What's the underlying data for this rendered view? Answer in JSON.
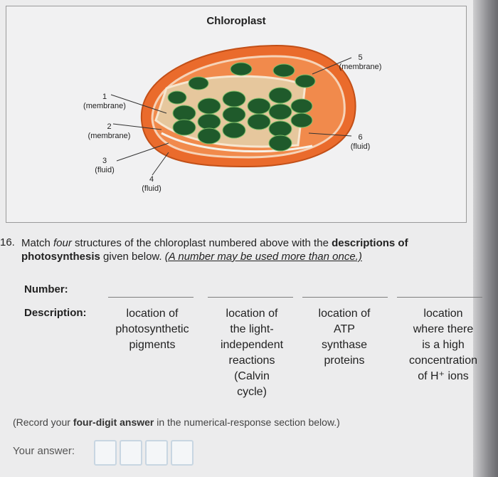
{
  "figure": {
    "title": "Chloroplast",
    "labels": [
      {
        "num": "1",
        "desc": "(membrane)"
      },
      {
        "num": "2",
        "desc": "(membrane)"
      },
      {
        "num": "3",
        "desc": "(fluid)"
      },
      {
        "num": "4",
        "desc": "(fluid)"
      },
      {
        "num": "5",
        "desc": "(membrane)"
      },
      {
        "num": "6",
        "desc": "(fluid)"
      }
    ]
  },
  "question": {
    "number": "16.",
    "text_1": "Match ",
    "emphasis": "four",
    "text_2": " structures of the chloroplast numbered above with the ",
    "bold_phrase": "descriptions of photosynthesis",
    "text_3": " given below. ",
    "note": "(A number may be used more than once.)"
  },
  "number_label": "Number:",
  "description_label": "Description:",
  "descriptions": [
    [
      "location of",
      "photosynthetic",
      "pigments"
    ],
    [
      "location of",
      "the light-",
      "independent",
      "reactions",
      "(Calvin",
      "cycle)"
    ],
    [
      "location of",
      "ATP",
      "synthase",
      "proteins"
    ],
    [
      "location",
      "where there",
      "is a high",
      "concentration",
      "of H⁺ ions"
    ]
  ],
  "record": {
    "prefix": "(Record your ",
    "bold": "four-digit answer",
    "suffix": " in the numerical-response section below.)"
  },
  "answer_label": "Your answer:"
}
